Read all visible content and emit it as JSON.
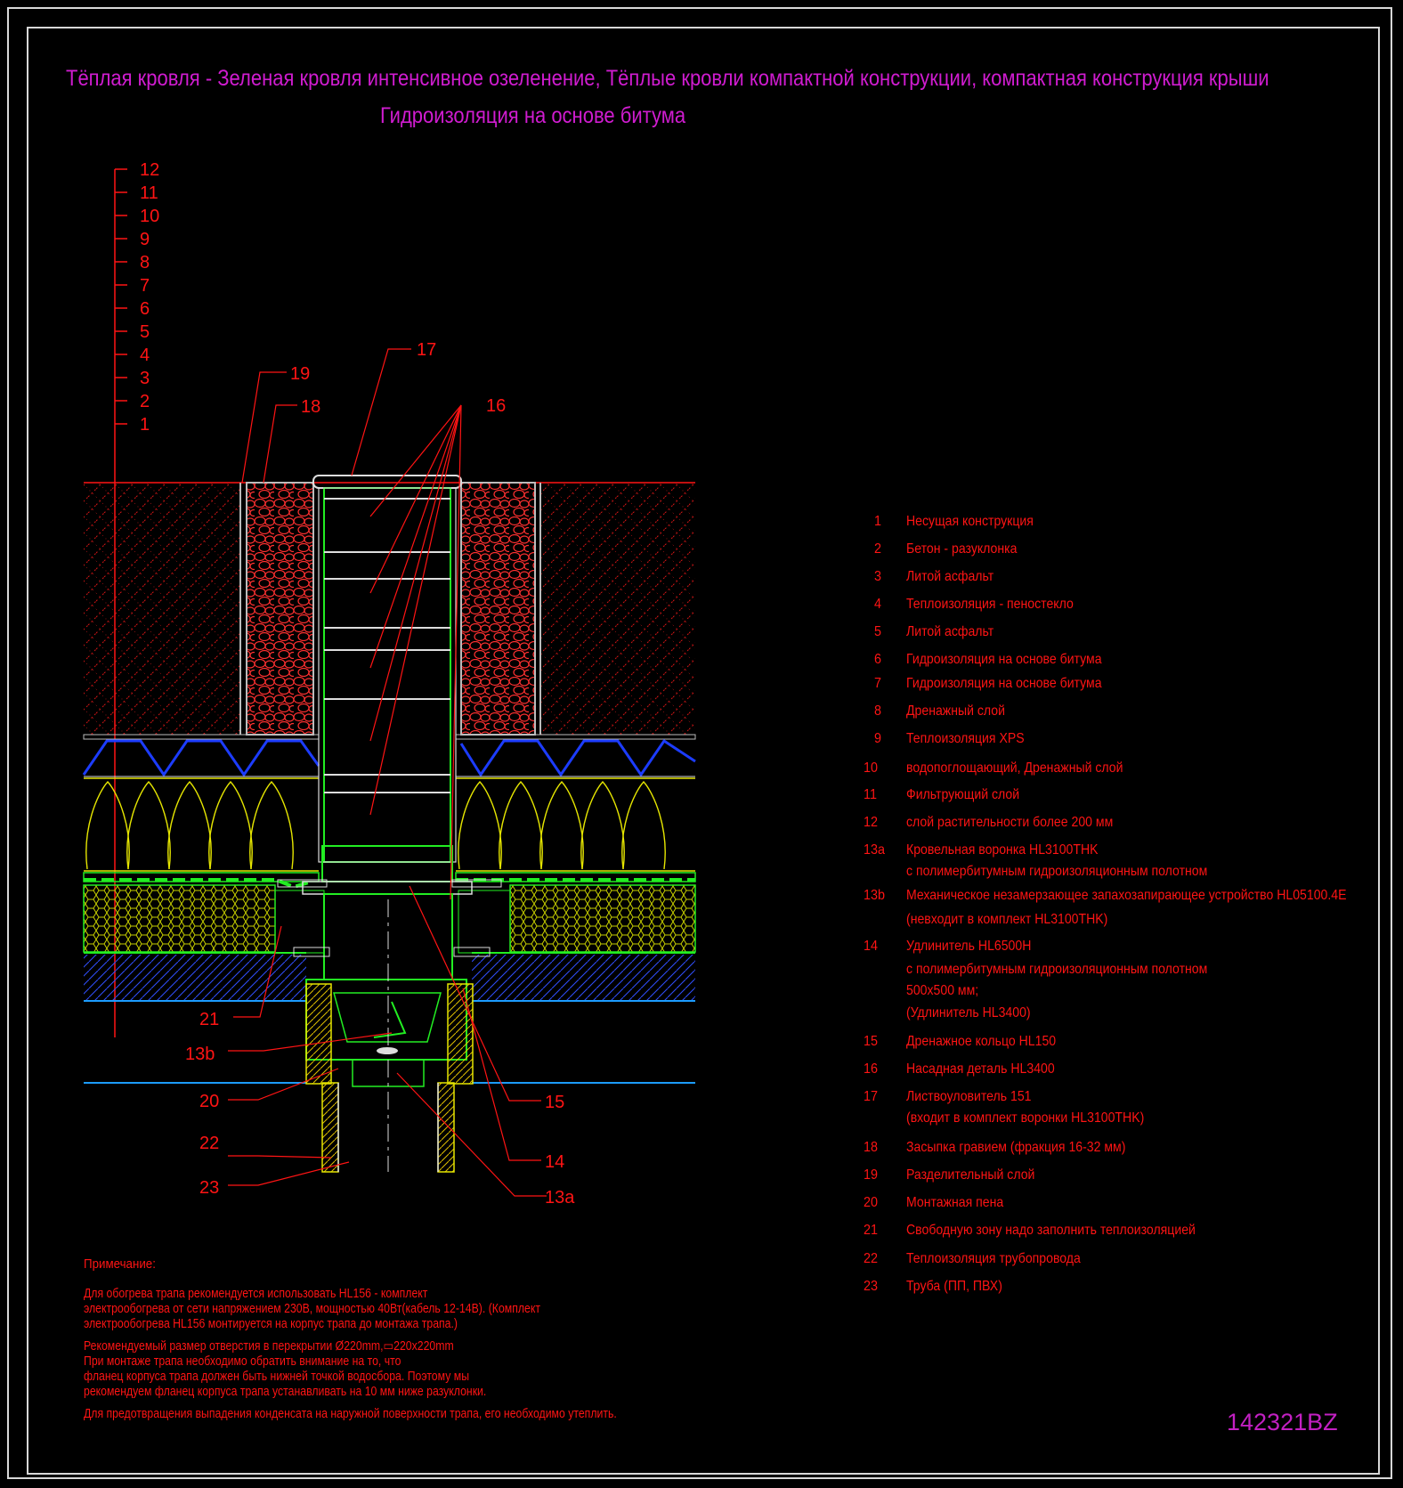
{
  "title": {
    "line1": "Тёплая кровля - Зеленая кровля интенсивное озеленение, Тёплые кровли компактной конструкции, компактная конструкция крыши",
    "line2": "Гидроизоляция на основе битума"
  },
  "layer_ticks": [
    "12",
    "11",
    "10",
    "9",
    "8",
    "7",
    "6",
    "5",
    "4",
    "3",
    "2",
    "1"
  ],
  "callouts": [
    "19",
    "18",
    "17",
    "16",
    "21",
    "13b",
    "20",
    "22",
    "23",
    "15",
    "14",
    "13a"
  ],
  "legend": [
    {
      "num": "1",
      "text": "Несущая конструкция"
    },
    {
      "num": "2",
      "text": "Бетон - разуклонка"
    },
    {
      "num": "3",
      "text": "Литой асфальт"
    },
    {
      "num": "4",
      "text": "Теплоизоляция - пеностекло"
    },
    {
      "num": "5",
      "text": "Литой асфальт"
    },
    {
      "num": "6",
      "text": "Гидроизоляция на основе битума"
    },
    {
      "num": "7",
      "text": "Гидроизоляция на основе битума"
    },
    {
      "num": "8",
      "text": "Дренажный слой"
    },
    {
      "num": "9",
      "text": "Теплоизоляция XPS"
    },
    {
      "num": "10",
      "text": "водопоглощающий, Дренажный слой"
    },
    {
      "num": "11",
      "text": "Фильтрующий слой"
    },
    {
      "num": "12",
      "text": "слой растительности более 200 мм"
    },
    {
      "num": "13a",
      "text": "Кровельная воронка HL3100THK"
    },
    {
      "num": "",
      "text": "с полимербитумным гидроизоляционным полотном"
    },
    {
      "num": "13b",
      "text": "Механическое незамерзающее запахозапирающее устройство HL05100.4E"
    },
    {
      "num": "",
      "text": "(невходит в комплект HL3100THK)"
    },
    {
      "num": "14",
      "text": "Удлинитель HL6500H"
    },
    {
      "num": "",
      "text": " с полимербитумным гидроизоляционным полотном"
    },
    {
      "num": "",
      "text": "500х500 мм;"
    },
    {
      "num": "",
      "text": "(Удлинитель HL3400)"
    },
    {
      "num": "15",
      "text": "Дренажное кольцо HL150"
    },
    {
      "num": "16",
      "text": "Насадная деталь HL3400"
    },
    {
      "num": "17",
      "text": "Листвоуловитель 151"
    },
    {
      "num": "",
      "text": " (входит в комплект воронки HL3100THK)"
    },
    {
      "num": "18",
      "text": "Засыпка гравием (фракция 16-32 мм)"
    },
    {
      "num": "19",
      "text": "Разделительный слой"
    },
    {
      "num": "20",
      "text": "Монтажная пена"
    },
    {
      "num": "21",
      "text": "Свободную зону надо заполнить теплоизоляцией"
    },
    {
      "num": "22",
      "text": "Теплоизоляция трубопровода"
    },
    {
      "num": "23",
      "text": "Труба (ПП, ПВХ)"
    }
  ],
  "note": {
    "heading": "Примечание:",
    "lines": [
      "Для обогрева трапа рекомендуется использовать HL156 - комплект",
      "электрообогрева от сети напряжением 230В, мощностью 40Вт(кабель 12-14В). (Комплект",
      "электрообогрева HL156 монтируется на корпус трапа до монтажа трапа.)",
      "Рекомендуемый размер отверстия в перекрытии Ø220mm,▭220x220mm",
      "При монтаже трапа необходимо обратить внимание на то, что",
      "фланец корпуса трапа должен быть нижней точкой водосбора. Поэтому мы",
      "рекомендуем фланец корпуса трапа устанавливать на 10 мм ниже разуклонки.",
      "Для предотвращения выпадения конденсата на наружной поверхности трапа, его необходимо утеплить."
    ]
  },
  "drawing_code": "142321BZ",
  "colors": {
    "title": "#d01cd0",
    "labels": "#ff1414",
    "frame": "#d8d8d8",
    "drain": "#22ee22",
    "xps": "#e6e600",
    "drainage_layer": "#1c3cff"
  }
}
